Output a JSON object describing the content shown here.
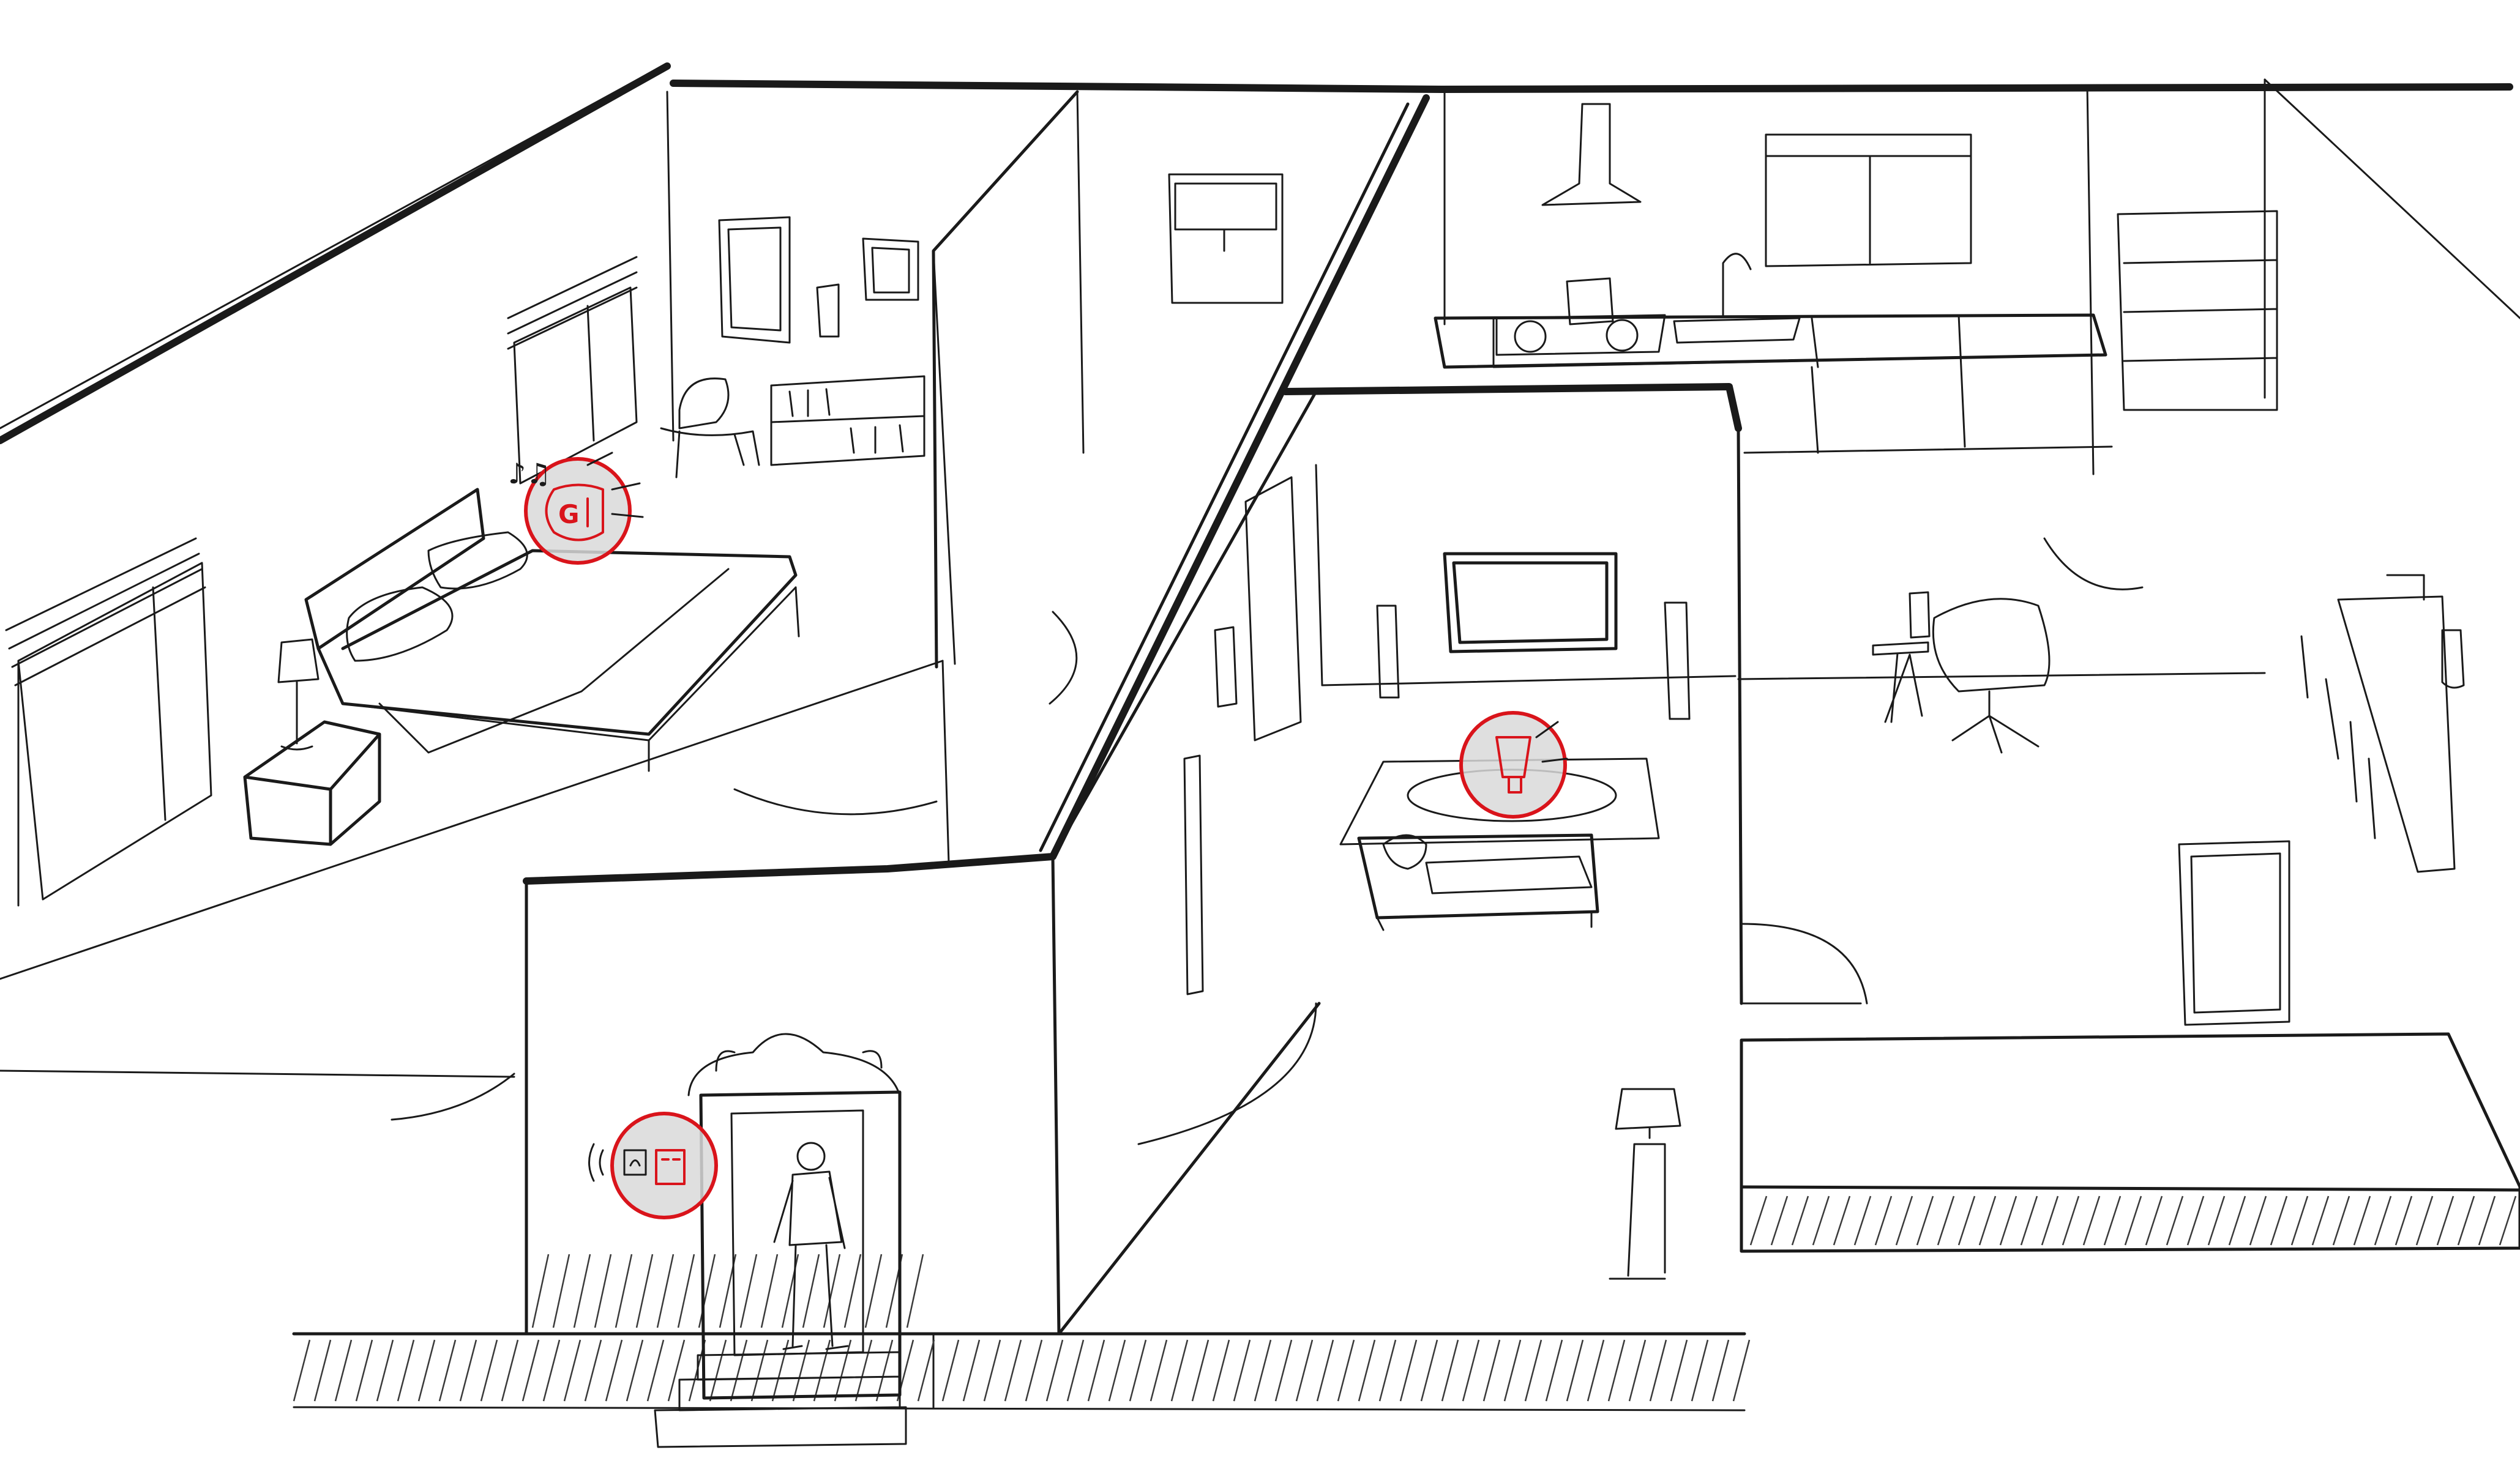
{
  "illustration": {
    "style": "black-ink cutaway sketch of a house",
    "ink_color": "#1a1a1a",
    "accent_color": "#d9141b",
    "highlight_fill": "#d9d9d9"
  },
  "rooms": [
    "bedroom",
    "hallway",
    "kitchen",
    "living-room",
    "dining-area",
    "entrance"
  ],
  "hotspots": [
    {
      "id": "bedroom-smart-speaker",
      "icon": "smart-speaker-icon",
      "glyph": "G"
    },
    {
      "id": "living-room-smart-lamp",
      "icon": "smart-lamp-icon"
    },
    {
      "id": "front-door-video-doorbell",
      "icon": "video-doorbell-icon"
    }
  ],
  "decor": {
    "music_notes": "♪♫"
  }
}
